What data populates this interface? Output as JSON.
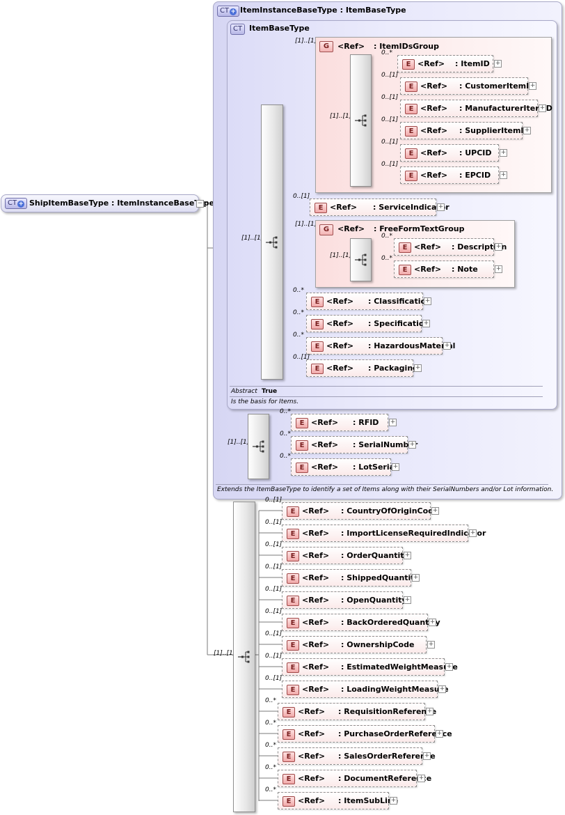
{
  "root": {
    "badge": "CT",
    "label": "ShipItemBaseType : ItemInstanceBaseType",
    "expander": "−"
  },
  "outer_type": {
    "badge": "CT",
    "title": "ItemInstanceBaseType : ItemBaseType",
    "doc": "Extends the ItemBaseType to identify a set of Items along with their SerialNumbers and/or Lot information."
  },
  "inner_type": {
    "badge": "CT",
    "title": "ItemBaseType",
    "abstract_label": "Abstract",
    "abstract_value": "True",
    "doc": "Is the basis for Items."
  },
  "ids_group": {
    "badge": "G",
    "ref": "<Ref>",
    "name": ": ItemIDsGroup",
    "card": "[1]..[1]",
    "seq_card": "[1]..[1]",
    "elements": [
      {
        "card": "0..*",
        "ref": "<Ref>",
        "name": ": ItemID"
      },
      {
        "card": "0..[1]",
        "ref": "<Ref>",
        "name": ": CustomerItemID"
      },
      {
        "card": "0..[1]",
        "ref": "<Ref>",
        "name": ": ManufacturerItemID"
      },
      {
        "card": "0..[1]",
        "ref": "<Ref>",
        "name": ": SupplierItemID"
      },
      {
        "card": "0..[1]",
        "ref": "<Ref>",
        "name": ": UPCID"
      },
      {
        "card": "0..[1]",
        "ref": "<Ref>",
        "name": ": EPCID"
      }
    ]
  },
  "service_indicator": {
    "card": "0..[1]",
    "ref": "<Ref>",
    "name": ": ServiceIndicator"
  },
  "freeform_group": {
    "badge": "G",
    "ref": "<Ref>",
    "name": ": FreeFormTextGroup",
    "card": "[1]..[1]",
    "seq_card": "[1]..[1]",
    "elements": [
      {
        "card": "0..*",
        "ref": "<Ref>",
        "name": ": Description"
      },
      {
        "card": "0..*",
        "ref": "<Ref>",
        "name": ": Note"
      }
    ]
  },
  "inner_tail": [
    {
      "card": "0..*",
      "ref": "<Ref>",
      "name": ": Classification"
    },
    {
      "card": "0..*",
      "ref": "<Ref>",
      "name": ": Specification"
    },
    {
      "card": "0..*",
      "ref": "<Ref>",
      "name": ": HazardousMaterial"
    },
    {
      "card": "0..[1]",
      "ref": "<Ref>",
      "name": ": Packaging"
    }
  ],
  "inner_seq_card": "[1]..[1]",
  "outer_seq_card": "[1]..[1]",
  "outer_elements": [
    {
      "card": "0..*",
      "ref": "<Ref>",
      "name": ": RFID"
    },
    {
      "card": "0..*",
      "ref": "<Ref>",
      "name": ": SerialNumber"
    },
    {
      "card": "0..*",
      "ref": "<Ref>",
      "name": ": LotSerial"
    }
  ],
  "bottom_seq_card": "[1]..[1]",
  "bottom_elements": [
    {
      "card": "0..[1]",
      "ref": "<Ref>",
      "name": ": CountryOfOriginCode"
    },
    {
      "card": "0..[1]",
      "ref": "<Ref>",
      "name": ": ImportLicenseRequiredIndicator"
    },
    {
      "card": "0..[1]",
      "ref": "<Ref>",
      "name": ": OrderQuantity"
    },
    {
      "card": "0..[1]",
      "ref": "<Ref>",
      "name": ": ShippedQuantity"
    },
    {
      "card": "0..[1]",
      "ref": "<Ref>",
      "name": ": OpenQuantity"
    },
    {
      "card": "0..[1]",
      "ref": "<Ref>",
      "name": ": BackOrderedQuantity"
    },
    {
      "card": "0..[1]",
      "ref": "<Ref>",
      "name": ": OwnershipCode"
    },
    {
      "card": "0..[1]",
      "ref": "<Ref>",
      "name": ": EstimatedWeightMeasure"
    },
    {
      "card": "0..[1]",
      "ref": "<Ref>",
      "name": ": LoadingWeightMeasure"
    },
    {
      "card": "0..*",
      "ref": "<Ref>",
      "name": ": RequisitionReference"
    },
    {
      "card": "0..*",
      "ref": "<Ref>",
      "name": ": PurchaseOrderReference"
    },
    {
      "card": "0..*",
      "ref": "<Ref>",
      "name": ": SalesOrderReference"
    },
    {
      "card": "0..*",
      "ref": "<Ref>",
      "name": ": DocumentReference"
    },
    {
      "card": "0..*",
      "ref": "<Ref>",
      "name": ": ItemSubLine"
    }
  ],
  "icons": {
    "element_badge": "E",
    "expand_glyph": "+",
    "sequence_icon": "sequence-compositor-icon"
  }
}
